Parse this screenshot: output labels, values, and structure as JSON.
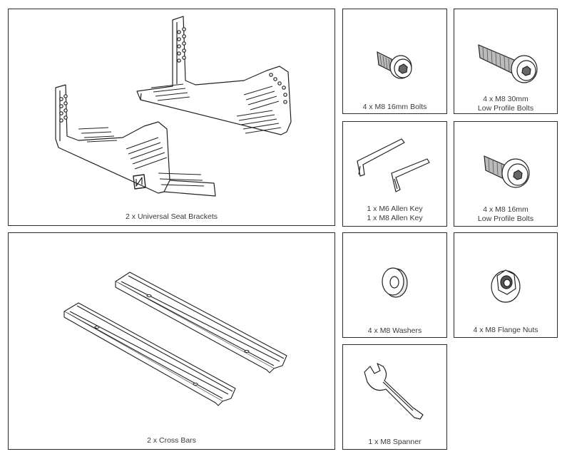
{
  "parts": {
    "seat_brackets": {
      "label": "2 x Universal Seat Brackets",
      "icon": "seat-bracket-icon"
    },
    "cross_bars": {
      "label": "2 x Cross Bars",
      "icon": "cross-bar-icon"
    },
    "m8_16mm_bolts": {
      "label": "4 x M8 16mm Bolts",
      "icon": "bolt-icon"
    },
    "m8_30mm_low_profile_bolts": {
      "line1": "4 x M8 30mm",
      "line2": "Low Profile Bolts",
      "icon": "long-bolt-icon"
    },
    "allen_keys": {
      "line1": "1 x M6 Allen Key",
      "line2": "1 x M8 Allen Key",
      "icon": "allen-key-icon"
    },
    "m8_16mm_low_profile_bolts": {
      "line1": "4 x M8 16mm",
      "line2": "Low Profile Bolts",
      "icon": "low-profile-bolt-icon"
    },
    "washers": {
      "label": "4 x M8 Washers",
      "icon": "washer-icon"
    },
    "flange_nuts": {
      "label": "4 x M8 Flange Nuts",
      "icon": "flange-nut-icon"
    },
    "spanner": {
      "label": "1 x M8 Spanner",
      "icon": "spanner-icon"
    }
  }
}
